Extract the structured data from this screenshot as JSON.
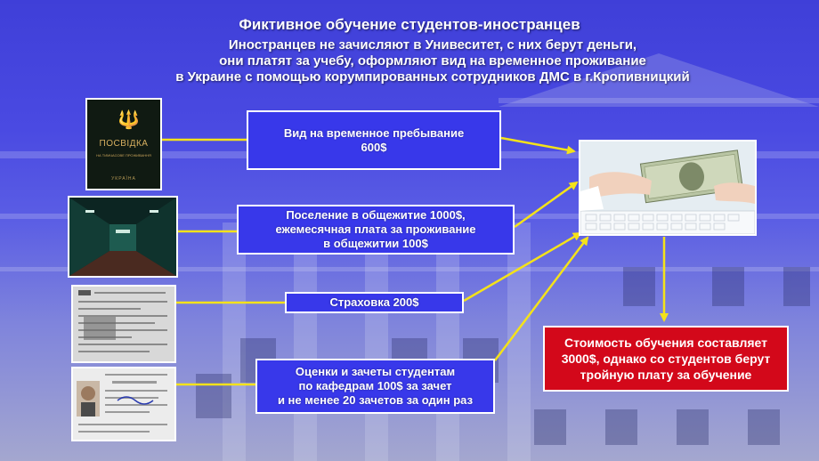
{
  "header": {
    "title": "Фиктивное обучение студентов-иностранцев",
    "subtitle_lines": [
      "Иностранцев не зачисляют в Унивеситет, с них берут деньги,",
      "они платят за учебу, оформляют вид на временное проживание",
      "в Украине с помощью корумпированных сотрудников ДМС в г.Кропивницкий"
    ]
  },
  "boxes": {
    "residence": [
      "Вид на временное пребывание",
      "600$"
    ],
    "dormitory": [
      "Поселение в общежитие 1000$,",
      "ежемесячная плата за проживание",
      "в общежитии 100$"
    ],
    "insurance": [
      "Страховка 200$"
    ],
    "grades": [
      "Оценки и зачеты студентам",
      "по кафедрам 100$ за зачет",
      "и не менее 20 зачетов за один раз"
    ]
  },
  "result": [
    "Стоимость обучения составляет",
    "3000$, однако со студентов берут",
    "тройную плату за обучение"
  ],
  "passport": {
    "title": "ПОСВІДКА",
    "subtitle": "НА ТИМЧАСОВЕ ПРОЖИВАННЯ",
    "country": "УКРАЇНА"
  },
  "colors": {
    "box_blue": "#3838ea",
    "result_red": "#d3081a",
    "arrow_yellow": "#f4e21a"
  },
  "icons": [
    "trident-icon",
    "money-icon"
  ]
}
